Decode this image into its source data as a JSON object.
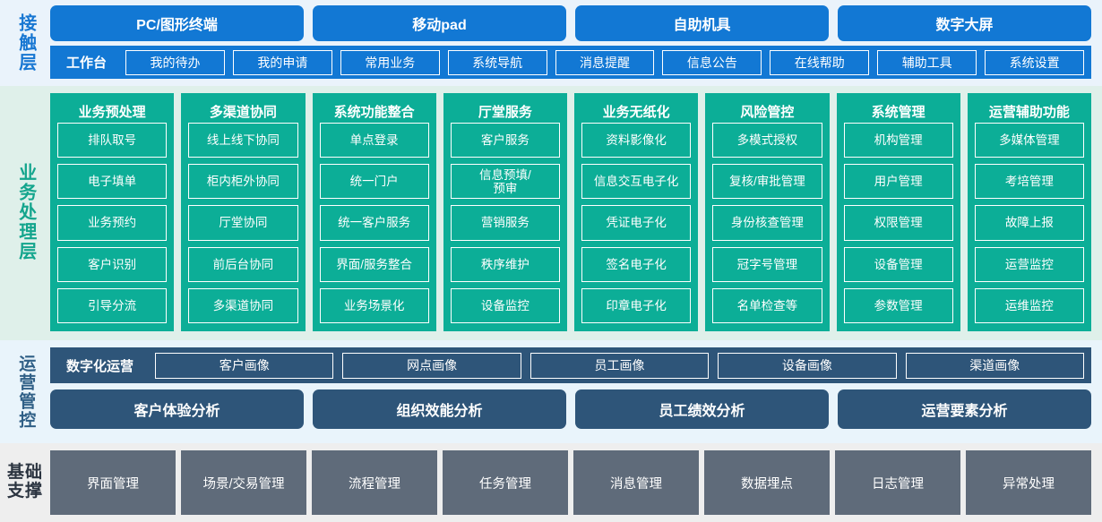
{
  "layers": {
    "access": {
      "label": "接触层",
      "channels": [
        "PC/图形终端",
        "移动pad",
        "自助机具",
        "数字大屏"
      ],
      "workbench_label": "工作台",
      "workbench_items": [
        "我的待办",
        "我的申请",
        "常用业务",
        "系统导航",
        "消息提醒",
        "信息公告",
        "在线帮助",
        "辅助工具",
        "系统设置"
      ]
    },
    "business": {
      "label": "业务处理层",
      "columns": [
        {
          "title": "业务预处理",
          "items": [
            "排队取号",
            "电子填单",
            "业务预约",
            "客户识别",
            "引导分流"
          ]
        },
        {
          "title": "多渠道协同",
          "items": [
            "线上线下协同",
            "柜内柜外协同",
            "厅堂协同",
            "前后台协同",
            "多渠道协同"
          ]
        },
        {
          "title": "系统功能整合",
          "items": [
            "单点登录",
            "统一门户",
            "统一客户服务",
            "界面/服务整合",
            "业务场景化"
          ]
        },
        {
          "title": "厅堂服务",
          "items": [
            "客户服务",
            "信息预填/\n预审",
            "营销服务",
            "秩序维护",
            "设备监控"
          ]
        },
        {
          "title": "业务无纸化",
          "items": [
            "资料影像化",
            "信息交互电子化",
            "凭证电子化",
            "签名电子化",
            "印章电子化"
          ]
        },
        {
          "title": "风险管控",
          "items": [
            "多模式授权",
            "复核/审批管理",
            "身份核查管理",
            "冠字号管理",
            "名单检查等"
          ]
        },
        {
          "title": "系统管理",
          "items": [
            "机构管理",
            "用户管理",
            "权限管理",
            "设备管理",
            "参数管理"
          ]
        },
        {
          "title": "运营辅助功能",
          "items": [
            "多媒体管理",
            "考培管理",
            "故障上报",
            "运营监控",
            "运维监控"
          ]
        }
      ]
    },
    "operations": {
      "label": "运营管控",
      "digital_ops_label": "数字化运营",
      "portraits": [
        "客户画像",
        "网点画像",
        "员工画像",
        "设备画像",
        "渠道画像"
      ],
      "analysis": [
        "客户体验分析",
        "组织效能分析",
        "员工绩效分析",
        "运营要素分析"
      ]
    },
    "foundation": {
      "label_line1": "基础",
      "label_line2": "支撑",
      "items": [
        "界面管理",
        "场景/交易管理",
        "流程管理",
        "任务管理",
        "消息管理",
        "数据埋点",
        "日志管理",
        "异常处理"
      ]
    }
  },
  "colors": {
    "access_band_bg": "#eaf3fb",
    "access_blue": "#1278d4",
    "business_band_bg": "#dff0ea",
    "business_teal": "#0cae97",
    "operations_band_bg": "#e9f4fb",
    "operations_navy": "#2e5579",
    "foundation_band_bg": "#eeeeee",
    "foundation_gray": "#5f6b7a"
  }
}
